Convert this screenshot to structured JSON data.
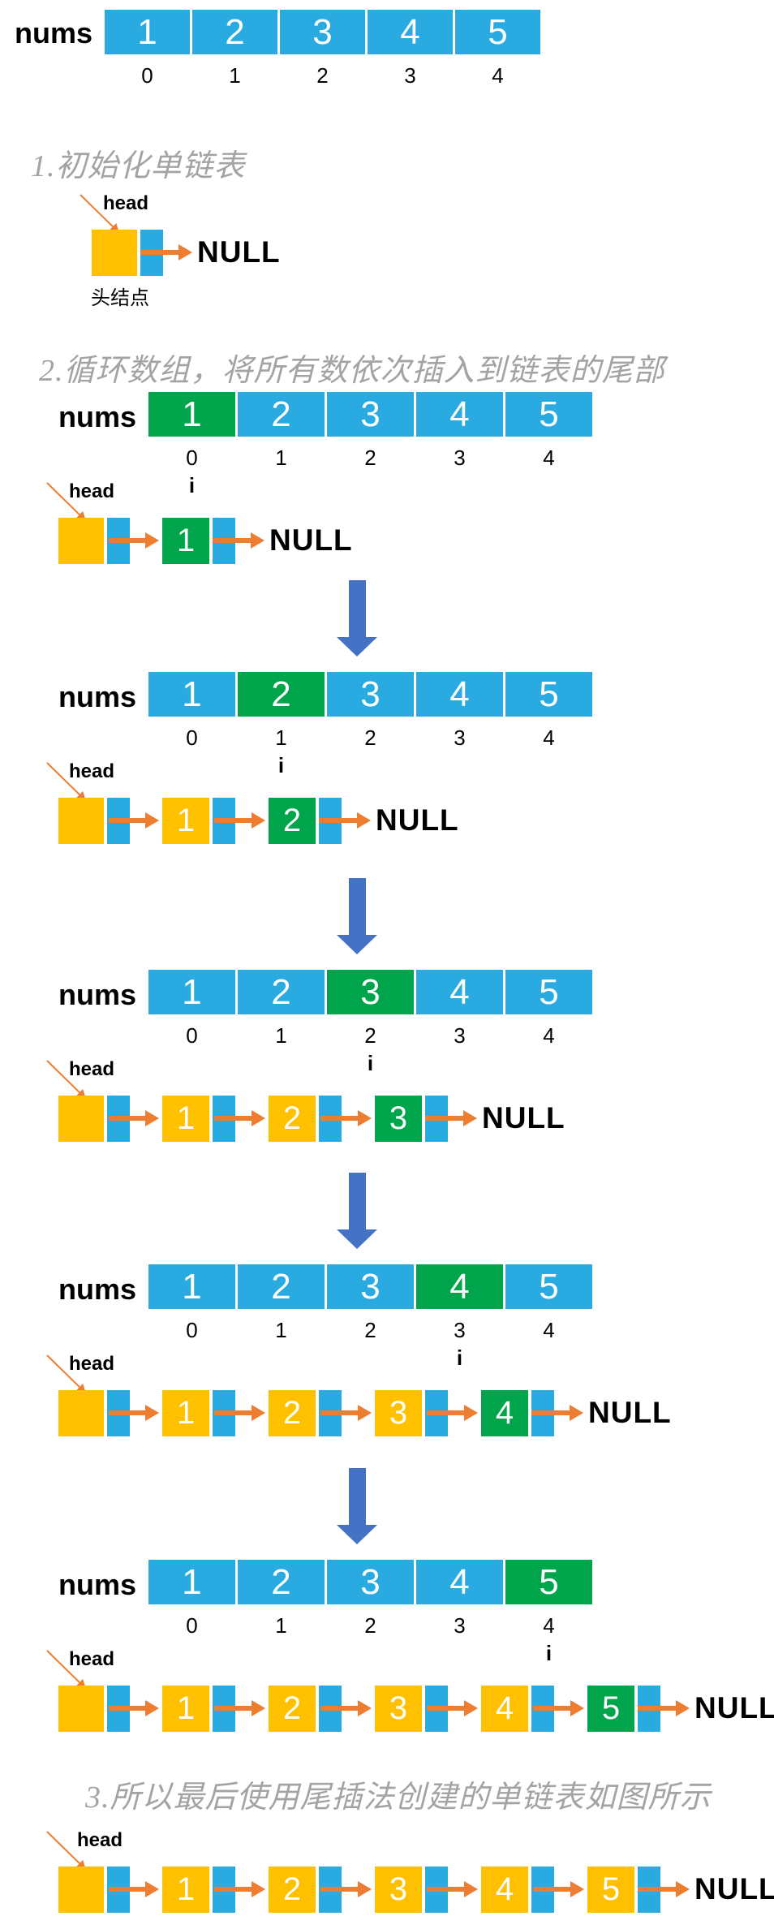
{
  "colors": {
    "array_blue": "#29ABE2",
    "highlight_green": "#00A54B",
    "node_yellow": "#FFC000",
    "arrow_orange": "#ED7D31",
    "down_arrow_blue": "#4472C4",
    "heading_gray": "#A3A3A3",
    "text_black": "#000000",
    "background": "#FFFFFF"
  },
  "labels": {
    "nums": "nums",
    "head": "head",
    "null_text": "NULL",
    "pointer": "i",
    "head_node_caption": "头结点"
  },
  "headings": {
    "step1": "1.初始化单链表",
    "step2": "2.循环数组，将所有数依次插入到链表的尾部",
    "step3": "3.所以最后使用尾插法创建的单链表如图所示"
  },
  "top_array": {
    "values": [
      "1",
      "2",
      "3",
      "4",
      "5"
    ],
    "indices": [
      "0",
      "1",
      "2",
      "3",
      "4"
    ]
  },
  "initial_list": {
    "head_label": "head",
    "caption": "头结点",
    "null_text": "NULL",
    "node_values": []
  },
  "stages": [
    {
      "highlight_index": 0,
      "array_values": [
        "1",
        "2",
        "3",
        "4",
        "5"
      ],
      "indices": [
        "0",
        "1",
        "2",
        "3",
        "4"
      ],
      "list_values": [
        "1"
      ]
    },
    {
      "highlight_index": 1,
      "array_values": [
        "1",
        "2",
        "3",
        "4",
        "5"
      ],
      "indices": [
        "0",
        "1",
        "2",
        "3",
        "4"
      ],
      "list_values": [
        "1",
        "2"
      ]
    },
    {
      "highlight_index": 2,
      "array_values": [
        "1",
        "2",
        "3",
        "4",
        "5"
      ],
      "indices": [
        "0",
        "1",
        "2",
        "3",
        "4"
      ],
      "list_values": [
        "1",
        "2",
        "3"
      ]
    },
    {
      "highlight_index": 3,
      "array_values": [
        "1",
        "2",
        "3",
        "4",
        "5"
      ],
      "indices": [
        "0",
        "1",
        "2",
        "3",
        "4"
      ],
      "list_values": [
        "1",
        "2",
        "3",
        "4"
      ]
    },
    {
      "highlight_index": 4,
      "array_values": [
        "1",
        "2",
        "3",
        "4",
        "5"
      ],
      "indices": [
        "0",
        "1",
        "2",
        "3",
        "4"
      ],
      "list_values": [
        "1",
        "2",
        "3",
        "4",
        "5"
      ]
    }
  ],
  "final_list": {
    "values": [
      "1",
      "2",
      "3",
      "4",
      "5"
    ]
  }
}
